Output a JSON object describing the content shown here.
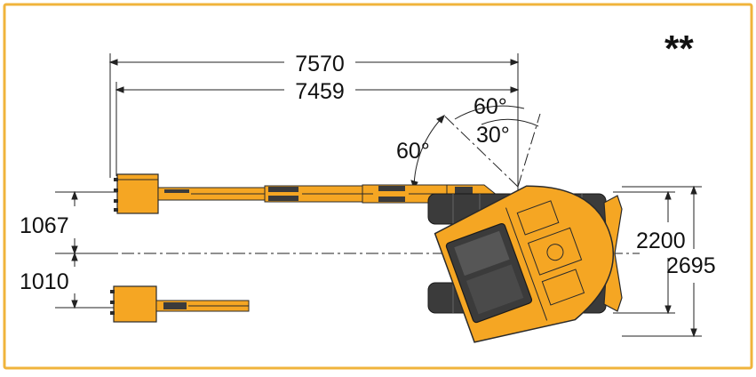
{
  "colors": {
    "frame_border": "#f0b43c",
    "machine_body": "#f5a623",
    "machine_outline": "#2a2a2a",
    "track": "#3b3b3b",
    "dimension_line": "#222222"
  },
  "marker": "**",
  "dimensions": {
    "overall_reach": "7570",
    "bucket_reach": "7459",
    "offset_left": "1067",
    "offset_right": "1010",
    "track_width": "2200",
    "overall_width": "2695"
  },
  "angles": {
    "swing_left": "60°",
    "top_angle": "60°",
    "swing_right": "30°"
  }
}
